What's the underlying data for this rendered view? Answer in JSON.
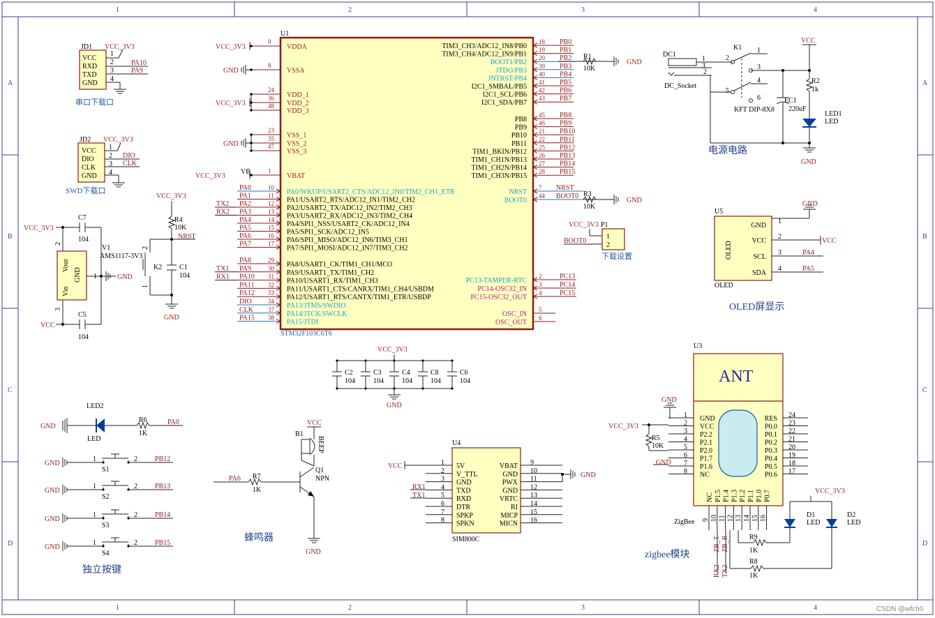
{
  "frame": {
    "columns": [
      "1",
      "2",
      "3",
      "4"
    ],
    "rows": [
      "A",
      "B",
      "C",
      "D"
    ],
    "watermark": "CSDN @wfch0"
  },
  "net": {
    "vcc3v3": "VCC_3V3",
    "vcc": "VCC",
    "gnd": "GND",
    "nrst": "NRST",
    "boot0": "BOOT0"
  },
  "jd1": {
    "ref": "JD1",
    "pins": [
      "VCC",
      "RXD",
      "TXD",
      "GND"
    ],
    "nums": [
      "1",
      "2",
      "3",
      "4"
    ],
    "nets": [
      "PA10",
      "PA9"
    ],
    "caption": "串口下载口"
  },
  "jd2": {
    "ref": "JD2",
    "pins": [
      "VCC",
      "DIO",
      "CLK",
      "GND"
    ],
    "nums": [
      "1",
      "2",
      "3",
      "4"
    ],
    "nets": [
      "DIO",
      "CLK"
    ],
    "caption": "SWD下载口"
  },
  "regulator": {
    "ref": "V1",
    "part": "AMS1117-3V3",
    "pins": [
      "Vout",
      "GND",
      "Vin"
    ],
    "nums": [
      "2",
      "1",
      "3"
    ],
    "c7": "C7",
    "c5": "C5",
    "cap_value": "104"
  },
  "reset": {
    "r4": "R4",
    "r4_value": "10K",
    "k2": "K2",
    "c1": "C1",
    "c1_value": "104",
    "pin_a": "2",
    "pin_b": "1"
  },
  "mcu": {
    "ref": "U1",
    "part": "STM32F103C6T6",
    "left_power": [
      {
        "net": "VCC_3V3",
        "nums": [
          "9"
        ],
        "names": [
          "VDDA"
        ]
      },
      {
        "net": "GND",
        "nums": [
          "8"
        ],
        "names": [
          "VSSA"
        ]
      },
      {
        "net": "VCC_3V3",
        "nums": [
          "24",
          "36",
          "48"
        ],
        "names": [
          "VDD_1",
          "VDD_2",
          "VDD_3"
        ]
      },
      {
        "net": "GND",
        "nums": [
          "23",
          "35",
          "47"
        ],
        "names": [
          "VSS_1",
          "VSS_2",
          "VSS_3"
        ]
      },
      {
        "net": "VCC_3V3",
        "nums": [
          "1"
        ],
        "names": [
          "VBAT"
        ],
        "label": "VB"
      }
    ],
    "left_pa": [
      {
        "net": "PA0",
        "num": "10",
        "name": "PA0/WKUP/USART2_CTS/ADC12_IN0/TIM2_CH1_ETR",
        "cyan": true
      },
      {
        "net": "PA1",
        "num": "11",
        "name": "PA1/USART2_RTS/ADC12_IN1/TIM2_CH2",
        "cyan": false
      },
      {
        "net": "PA2",
        "num": "12",
        "name": "PA2/USART2_TX/ADC12_IN2/TIM2_CH3",
        "cyan": false,
        "alias": "TX2"
      },
      {
        "net": "PA3",
        "num": "13",
        "name": "PA3/USART2_RX/ADC12_IN3/TIM2_CH4",
        "cyan": false,
        "alias": "RX2"
      },
      {
        "net": "PA4",
        "num": "14",
        "name": "PA4/SPI1_NSS/USART2_CK/ADC12_IN4",
        "cyan": false
      },
      {
        "net": "PA5",
        "num": "15",
        "name": "PA5/SPI1_SCK/ADC12_IN5",
        "cyan": false
      },
      {
        "net": "PA6",
        "num": "16",
        "name": "PA6/SPI1_MISO/ADC12_IN6/TIM3_CH1",
        "cyan": false
      },
      {
        "net": "PA7",
        "num": "17",
        "name": "PA7/SPI1_MOSI/ADC12_IN7/TIM3_CH2",
        "cyan": false
      }
    ],
    "left_pa2": [
      {
        "net": "PA8",
        "num": "29",
        "name": "PA8/USART1_CK/TIM1_CH1/MCO",
        "cyan": false
      },
      {
        "net": "PA9",
        "num": "30",
        "name": "PA9/USART1_TX/TIM1_CH2",
        "cyan": false,
        "alias": "TX1"
      },
      {
        "net": "PA10",
        "num": "31",
        "name": "PA10/USART1_RX/TIM1_CH3",
        "cyan": false,
        "alias": "RX1"
      },
      {
        "net": "PA11",
        "num": "32",
        "name": "PA11/USART1_CTS/CANRX/TIM1_CH4/USBDM",
        "cyan": false
      },
      {
        "net": "PA12",
        "num": "33",
        "name": "PA12/USART1_RTS/CANTX/TIM1_ETR/USBDP",
        "cyan": false
      },
      {
        "net": "DIO",
        "num": "34",
        "name": "PA13/JTMS/SWDIO",
        "cyan": true
      },
      {
        "net": "CLK",
        "num": "37",
        "name": "PA14/JTCK/SWCLK",
        "cyan": true
      },
      {
        "net": "PA15",
        "num": "38",
        "name": "PA15/JTDI",
        "cyan": true
      }
    ],
    "right_pb1": [
      {
        "net": "PB0",
        "num": "18",
        "name": "TIM3_CH3/ADC12_IN8/PB0",
        "cyan": false
      },
      {
        "net": "PB1",
        "num": "19",
        "name": "TIM3_CH4/ADC12_IN9/PB1",
        "cyan": false
      },
      {
        "net": "PB2",
        "num": "20",
        "name": "BOOT1/PB2",
        "cyan": true
      },
      {
        "net": "PB3",
        "num": "39",
        "name": "JTDO/PB3",
        "cyan": true
      },
      {
        "net": "PB4",
        "num": "40",
        "name": "JNTRST/PB4",
        "cyan": true
      },
      {
        "net": "PB5",
        "num": "41",
        "name": "I2C1_SMBAL/PB5",
        "cyan": false
      },
      {
        "net": "PB6",
        "num": "42",
        "name": "I2C1_SCL/PB6",
        "cyan": false
      },
      {
        "net": "PB7",
        "num": "43",
        "name": "I2C1_SDA/PB7",
        "cyan": false
      }
    ],
    "right_pb2": [
      {
        "net": "PB8",
        "num": "45",
        "name": "PB8"
      },
      {
        "net": "PB9",
        "num": "46",
        "name": "PB9"
      },
      {
        "net": "PB10",
        "num": "21",
        "name": "PB10"
      },
      {
        "net": "PB11",
        "num": "22",
        "name": "PB11"
      },
      {
        "net": "PB12",
        "num": "25",
        "name": "TIM1_BKIN/PB12"
      },
      {
        "net": "PB13",
        "num": "26",
        "name": "TIM1_CH1N/PB13"
      },
      {
        "net": "PB14",
        "num": "27",
        "name": "TIM1_CH2N/PB14"
      },
      {
        "net": "PB15",
        "num": "28",
        "name": "TIM1_CH3N/PB15"
      }
    ],
    "right_ctrl": [
      {
        "net": "NRST",
        "num": "7",
        "name": "NRST"
      },
      {
        "net": "BOOT0",
        "num": "44",
        "name": "BOOT0"
      }
    ],
    "right_pc": [
      {
        "net": "PC13",
        "num": "2",
        "name": "PC13-TAMPER-RTC",
        "color": "cyan"
      },
      {
        "net": "PC14",
        "num": "3",
        "name": "PC14-OSC32_IN",
        "color": "magenta"
      },
      {
        "net": "PC15",
        "num": "4",
        "name": "PC15-OSC32_OUT",
        "color": "magenta"
      }
    ],
    "right_osc": [
      {
        "num": "5",
        "name": "OSC_IN"
      },
      {
        "num": "6",
        "name": "OSC_OUT"
      }
    ],
    "r1": "R1",
    "r3": "R3",
    "r_value": "10K"
  },
  "p1": {
    "ref": "P1",
    "nums": [
      "1",
      "2"
    ],
    "caption": "下载设置"
  },
  "decoupling": {
    "caps": [
      "C2",
      "C3",
      "C4",
      "C8",
      "C6"
    ],
    "value": "104"
  },
  "power": {
    "dc1": "DC1",
    "dc_part": "DC_Socket",
    "k1": "K1",
    "k1_part": "KFT DIP-8X8",
    "ec1": "EC1",
    "ec1_value": "220uF",
    "r2": "R2",
    "r2_value": "1k",
    "led1": "LED1",
    "led_part": "LED",
    "dc_pins": [
      "1",
      "3",
      "2"
    ],
    "k_pins": [
      "2",
      "1",
      "3",
      "4",
      "5",
      "6"
    ],
    "caption": "电源电路"
  },
  "oled": {
    "ref": "U5",
    "part": "OLED",
    "pins": [
      "GND",
      "VCC",
      "SCL",
      "SDA"
    ],
    "nums": [
      "1",
      "2",
      "3",
      "4"
    ],
    "nets": [
      "PA4",
      "PA5"
    ],
    "caption": "OLED屏显示"
  },
  "zigbee": {
    "ref": "U3",
    "ant": "ANT",
    "left_pins": [
      "GND",
      "VCC",
      "P2.2",
      "P2.1",
      "P2.0",
      "P1.7",
      "P1.6",
      "NC"
    ],
    "left_nums": [
      "1",
      "2",
      "3",
      "4",
      "5",
      "6",
      "7",
      "8"
    ],
    "right_pins": [
      "RES",
      "P0.0",
      "P0.1",
      "P0.2",
      "P0.3",
      "P0.4",
      "P0.5",
      "P0.6"
    ],
    "right_nums": [
      "24",
      "23",
      "22",
      "21",
      "20",
      "19",
      "18",
      "17"
    ],
    "bottom_pins": [
      "NC",
      "P1.5",
      "P1.4",
      "P1.3",
      "P1.2",
      "P1.1",
      "P1.0",
      "P0.7"
    ],
    "bottom_nums": [
      "9",
      "10",
      "11",
      "12",
      "13",
      "14",
      "15",
      "16"
    ],
    "label": "ZigBee",
    "r5": "R5",
    "r5_value": "10K",
    "r9": "R9",
    "r8": "R8",
    "r_value": "1K",
    "d1": "D1",
    "d2": "D2",
    "led_part": "LED",
    "zb_nets": [
      "ZB_T",
      "ZB_R",
      "RX2",
      "TX2"
    ],
    "caption": "zigbee模块"
  },
  "sim800": {
    "ref": "U4",
    "part": "SIM800C",
    "left_pins": [
      "5V",
      "V_TTL",
      "GND",
      "TXD",
      "RXD",
      "DTR",
      "SPKP",
      "SPKN"
    ],
    "left_nums": [
      "1",
      "2",
      "3",
      "4",
      "5",
      "6",
      "7",
      "8"
    ],
    "right_pins": [
      "VBAT",
      "GND",
      "PWX",
      "GND",
      "VRTC",
      "RI",
      "MICP",
      "MICN"
    ],
    "right_nums": [
      "9",
      "10",
      "11",
      "12",
      "13",
      "14",
      "15",
      "16"
    ],
    "nets": [
      "RX1",
      "TX1"
    ]
  },
  "buzzer": {
    "b1": "B1",
    "beep": "BEEP",
    "q1": "Q1",
    "npn": "NPN",
    "r7": "R7",
    "r7_value": "1K",
    "net": "PA6",
    "caption": "蜂鸣器"
  },
  "led2": {
    "ref": "LED2",
    "part": "LED",
    "r6": "R6",
    "r6_value": "1K",
    "net": "PA0"
  },
  "keys": {
    "items": [
      {
        "ref": "S1",
        "net": "PB12"
      },
      {
        "ref": "S2",
        "net": "PB13"
      },
      {
        "ref": "S3",
        "net": "PB14"
      },
      {
        "ref": "S4",
        "net": "PB15"
      }
    ],
    "pin_a": "1",
    "pin_b": "2",
    "caption": "独立按键"
  }
}
